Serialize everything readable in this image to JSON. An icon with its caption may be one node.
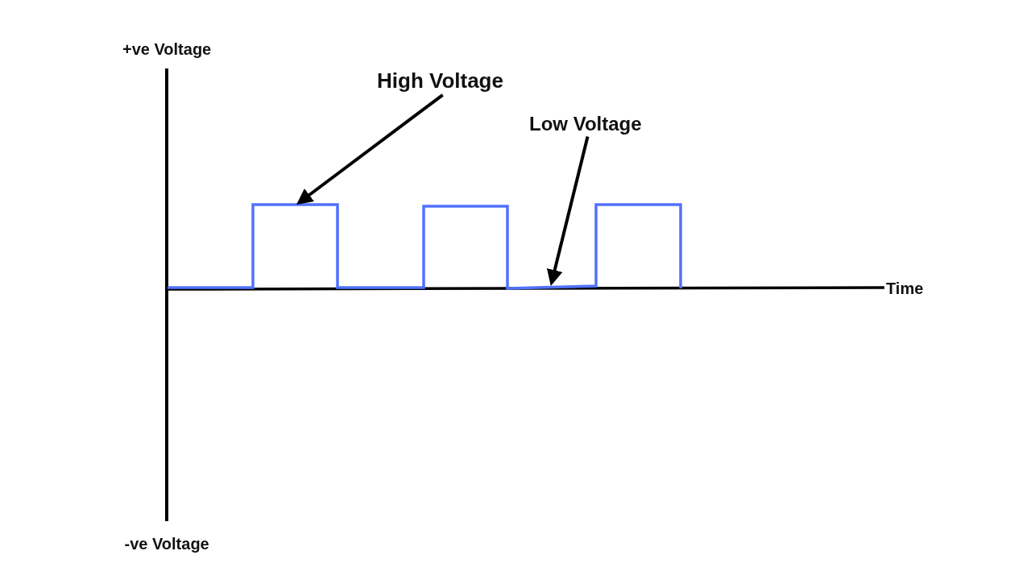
{
  "diagram": {
    "nodes": [
      {
        "text": [
          "High Voltage"
        ]
      },
      {
        "text": [
          "Low Voltage"
        ]
      },
      {
        "text": [],
        "shape": "line"
      }
    ],
    "edges": [
      {
        "from": 0,
        "to": 2,
        "arrow": "to"
      },
      {
        "from": 1,
        "to": 2,
        "arrow": "to"
      }
    ],
    "labels": [
      "+ve Voltage",
      "-ve Voltage",
      "Time"
    ]
  }
}
